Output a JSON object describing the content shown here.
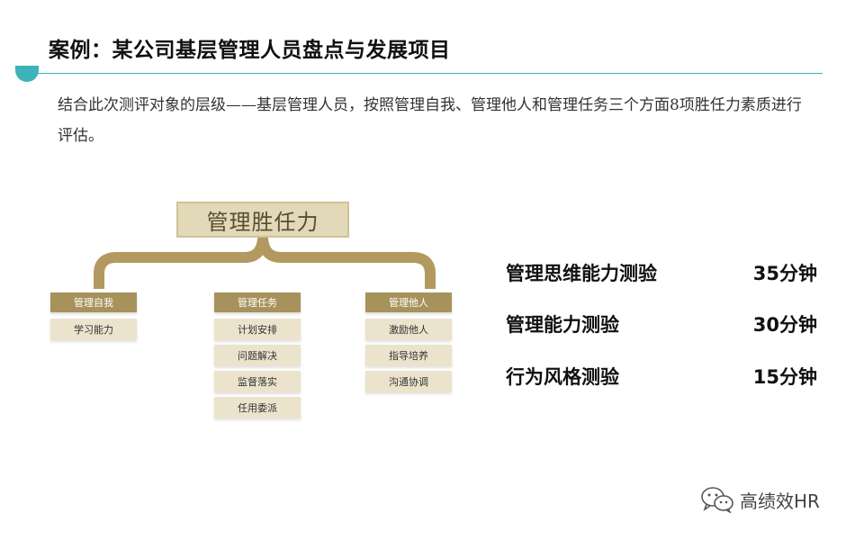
{
  "slide": {
    "title": "案例：某公司基层管理人员盘点与发展项目",
    "intro": "结合此次测评对象的层级——基层管理人员，按照管理自我、管理他人和管理任务三个方面8项胜任力素质进行评估。",
    "accent_color": "#3bb3b8"
  },
  "diagram": {
    "root": "管理胜任力",
    "categories": [
      {
        "label": "管理自我",
        "items": [
          "学习能力"
        ]
      },
      {
        "label": "管理任务",
        "items": [
          "计划安排",
          "问题解决",
          "监督落实",
          "任用委派"
        ]
      },
      {
        "label": "管理他人",
        "items": [
          "激励他人",
          "指导培养",
          "沟通协调"
        ]
      }
    ],
    "colors": {
      "header": "#a8925c",
      "item": "#ece3cd",
      "brace": "#b3995f",
      "root_bg": "#e2d9b9"
    }
  },
  "tests": [
    {
      "name": "管理思维能力测验",
      "duration": "35分钟"
    },
    {
      "name": "管理能力测验",
      "duration": "30分钟"
    },
    {
      "name": "行为风格测验",
      "duration": "15分钟"
    }
  ],
  "watermark": {
    "text": "高绩效HR",
    "icon": "wechat-icon"
  }
}
